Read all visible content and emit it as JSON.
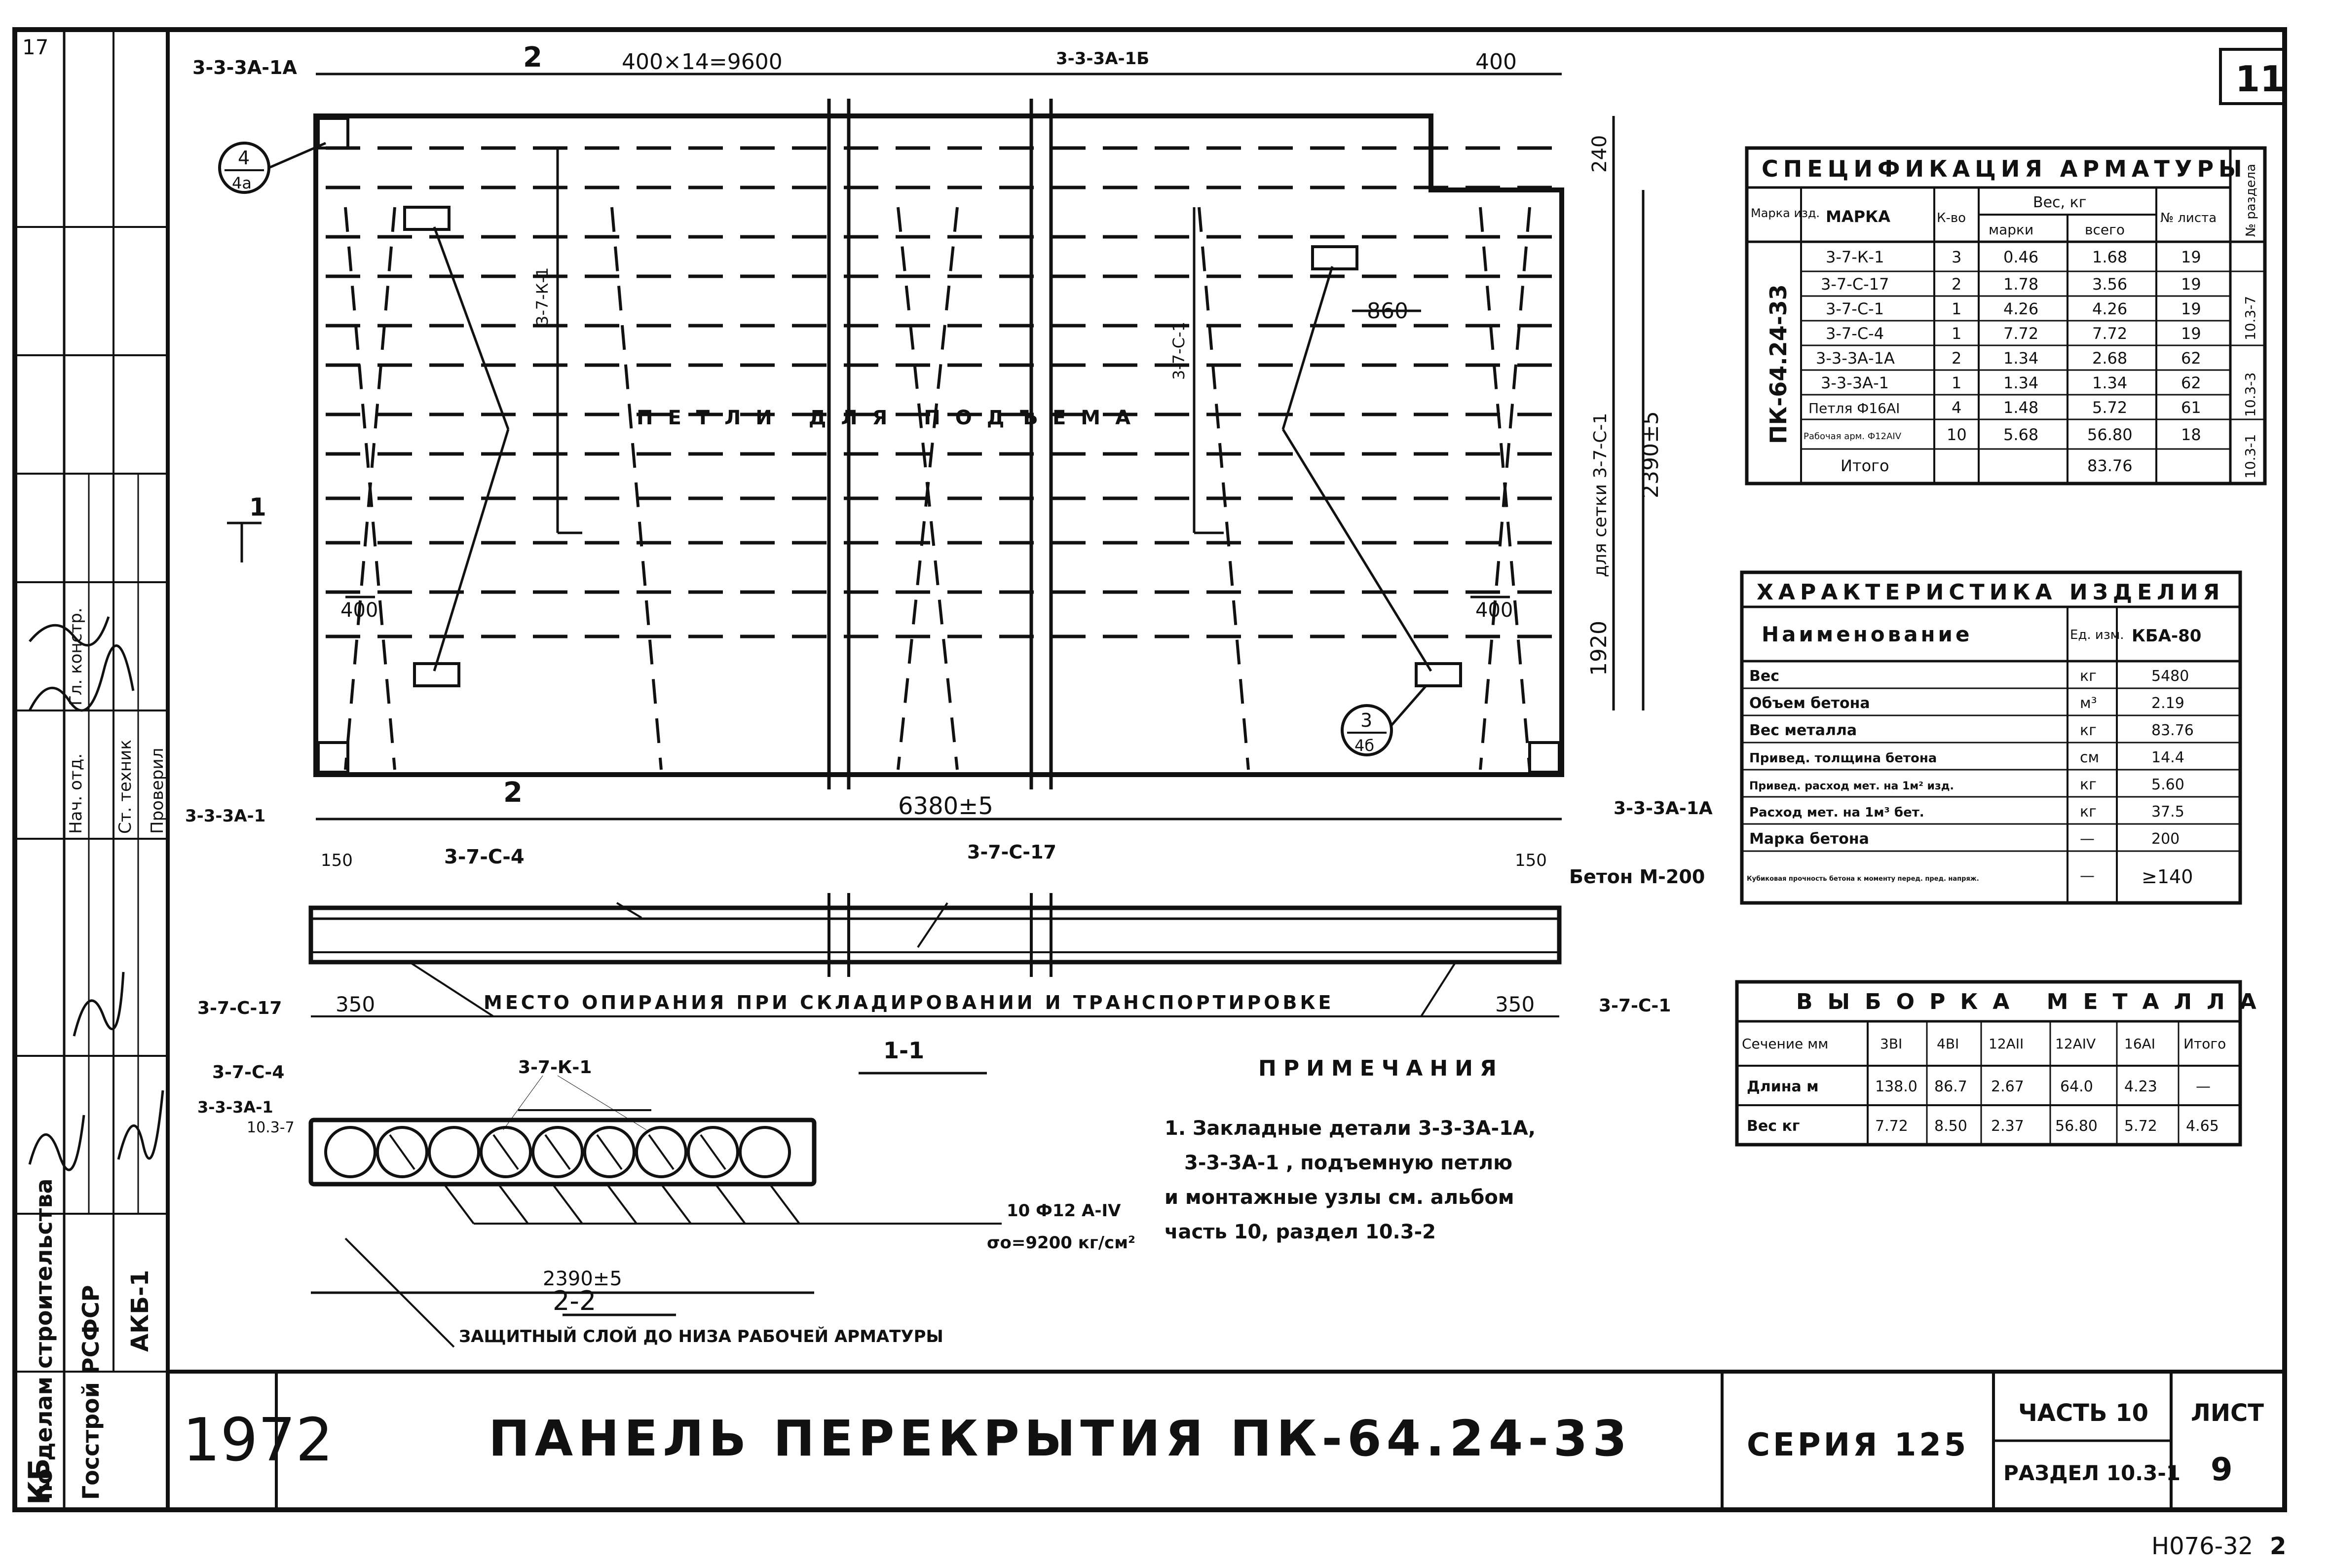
{
  "sheet": {
    "corner_left": "17",
    "sheet_no_top": "11",
    "stamp_bottom": "Н076-32",
    "stamp_bottom_suffix": "2"
  },
  "title_block": {
    "year": "1972",
    "title": "ПАНЕЛЬ ПЕРЕКРЫТИЯ ПК-64.24-33",
    "series": "СЕРИЯ 125",
    "part": "ЧАСТЬ 10",
    "section": "РАЗДЕЛ 10.3-1",
    "sheet_label": "ЛИСТ",
    "sheet_value": "9"
  },
  "side_strip": {
    "org_line1": "по делам строительства",
    "org_line2": "Госстрой РСФСР",
    "org_code": "АКБ-1",
    "kb": "КБ"
  },
  "plan": {
    "top_dim": "400×14=9600",
    "top_right_dim": "400",
    "section_mark_top": "2",
    "right_dim_total": "2390±5",
    "right_dim_a": "1920",
    "right_dim_b": "240",
    "dim_860": "860",
    "dim_400_left": "400",
    "dim_400_right": "400",
    "dim_350_l": "350",
    "dim_350_r": "350",
    "dim_150_l": "150",
    "dim_150_r": "150",
    "length_dim": "6380±5",
    "callout_4": "4",
    "callout_4_sub": "4a",
    "callout_3": "3",
    "callout_3_sub": "4б",
    "section_label_1": "1",
    "section_label_2": "2",
    "center_text": "ПЕТЛИ ДЛЯ ПОДЪЕМА",
    "vertical_note": "для сетки 3-7-С-1",
    "mesh_k1": "3-7-К-1",
    "mesh_c1_vert": "3-7-С-1",
    "label_tl": "3-3-3А-1А",
    "label_bl": "3-3-3А-1",
    "label_br": "3-3-3А-1А",
    "label_top_center": "3-3-3А-1Б"
  },
  "elevation": {
    "label_c4": "3-7-С-4",
    "label_c17_top": "3-7-С-17",
    "label_c17_left": "3-7-С-17",
    "label_c1_right": "3-7-С-1",
    "concrete": "Бетон М-200",
    "support_text": "МЕСТО ОПИРАНИЯ ПРИ СКЛАДИРОВАНИИ И ТРАНСПОРТИРОВКЕ"
  },
  "section_1_1": {
    "title": "1-1",
    "label_c4": "3-7-С-4",
    "label_k1": "3-7-К-1",
    "section_ref": "2-2",
    "width_dim": "2390±5",
    "rebar_note_a": "10 Ф12 А-IV",
    "rebar_note_b": "σо=9200 кг/см²",
    "ref_left": "3-3-3А-1",
    "ref_left_sub": "10.3-7",
    "cover_note": "ЗАЩИТНЫЙ СЛОЙ ДО НИЗА РАБОЧЕЙ АРМАТУРЫ"
  },
  "notes": {
    "title": "ПРИМЕЧАНИЯ",
    "lines": [
      "1. Закладные детали 3-3-3А-1А,",
      "3-3-3А-1 , подъемную петлю",
      "и монтажные узлы см. альбом",
      "часть 10, раздел 10.3-2"
    ]
  },
  "spec_table": {
    "title": "СПЕЦИФИКАЦИЯ АРМАТУРЫ",
    "side_header": "№ раздела",
    "headers": {
      "panel": "Марка изд.",
      "mark": "МАРКА",
      "count": "К-во",
      "weight": "Вес, кг",
      "w_unit": "марки",
      "w_total": "всего",
      "sheet": "№ листа"
    },
    "panel_name": "ПК-64.24-33",
    "rows": [
      {
        "mark": "3-7-К-1",
        "count": "3",
        "unit": "0.46",
        "total": "1.68",
        "sheet": "19"
      },
      {
        "mark": "3-7-С-17",
        "count": "2",
        "unit": "1.78",
        "total": "3.56",
        "sheet": "19"
      },
      {
        "mark": "3-7-С-1",
        "count": "1",
        "unit": "4.26",
        "total": "4.26",
        "sheet": "19"
      },
      {
        "mark": "3-7-С-4",
        "count": "1",
        "unit": "7.72",
        "total": "7.72",
        "sheet": "19"
      },
      {
        "mark": "3-3-3А-1А",
        "count": "2",
        "unit": "1.34",
        "total": "2.68",
        "sheet": "62"
      },
      {
        "mark": "3-3-3А-1",
        "count": "1",
        "unit": "1.34",
        "total": "1.34",
        "sheet": "62"
      },
      {
        "mark": "Петля Ф16АI",
        "count": "4",
        "unit": "1.48",
        "total": "5.72",
        "sheet": "61"
      },
      {
        "mark": "Рабочая арм. Ф12АIV",
        "count": "10",
        "unit": "5.68",
        "total": "56.80",
        "sheet": "18"
      }
    ],
    "total_label": "Итого",
    "total_value": "83.76",
    "sections": [
      "10.3-7",
      "10.3-3",
      "10.3-1"
    ]
  },
  "char_table": {
    "title": "ХАРАКТЕРИСТИКА ИЗДЕЛИЯ",
    "headers": {
      "name": "Наименование",
      "unit": "Ед. изм.",
      "value": "КБА-80"
    },
    "rows": [
      {
        "name": "Вес",
        "unit": "кг",
        "value": "5480"
      },
      {
        "name": "Объем бетона",
        "unit": "м³",
        "value": "2.19"
      },
      {
        "name": "Вес металла",
        "unit": "кг",
        "value": "83.76"
      },
      {
        "name": "Привед. толщина бетона",
        "unit": "см",
        "value": "14.4"
      },
      {
        "name": "Привед. расход мет. на 1м² изд.",
        "unit": "кг",
        "value": "5.60"
      },
      {
        "name": "Расход мет. на 1м³ бет.",
        "unit": "кг",
        "value": "37.5"
      },
      {
        "name": "Марка бетона",
        "unit": "—",
        "value": "200"
      },
      {
        "name": "Кубиковая прочность бетона к моменту перед. пред. напряж.",
        "unit": "—",
        "value": "≥140"
      }
    ]
  },
  "metal_table": {
    "title": "ВЫБОРКА МЕТАЛЛА",
    "headers": [
      "Сечение мм",
      "3ВI",
      "4ВI",
      "12АII",
      "12АIV",
      "16АI",
      "Итого"
    ],
    "rows": [
      {
        "label": "Длина м",
        "values": [
          "138.0",
          "86.7",
          "2.67",
          "64.0",
          "4.23",
          "—"
        ]
      },
      {
        "label": "Вес кг",
        "values": [
          "7.72",
          "8.50",
          "2.37",
          "56.80",
          "5.72",
          "4.65"
        ]
      }
    ]
  },
  "revision_block": {
    "rows": [
      "Нач. отд.",
      "Гл. констр.",
      "Ст. техник",
      "Проверил"
    ]
  }
}
